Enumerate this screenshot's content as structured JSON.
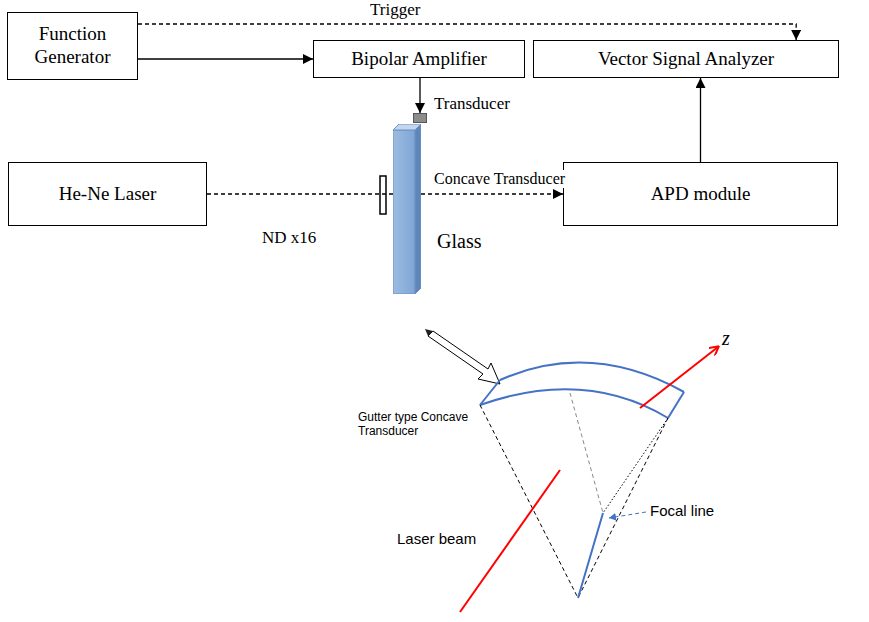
{
  "diagram": {
    "nodes": [
      {
        "text": [
          "Function Generator"
        ]
      },
      {
        "text": [
          "Bipolar Amplifier"
        ]
      },
      {
        "text": [
          "Vector Signal Analyzer"
        ]
      },
      {
        "text": [
          "He-Ne Laser"
        ]
      },
      {
        "text": [
          "Glass"
        ]
      },
      {
        "text": [
          "APD module"
        ]
      },
      {
        "text": [
          "Transducer"
        ]
      }
    ],
    "edges": [
      {
        "from": 0,
        "to": 1,
        "arrow": "to"
      },
      {
        "from": 0,
        "to": 2,
        "arrow": "to",
        "label": "Trigger"
      },
      {
        "from": 1,
        "to": 6,
        "arrow": "to"
      },
      {
        "from": 3,
        "to": 4,
        "arrow": "none"
      },
      {
        "from": 4,
        "to": 5,
        "arrow": "to",
        "label": "Concave Transducer"
      },
      {
        "from": 5,
        "to": 2,
        "arrow": "to"
      }
    ],
    "labels": [
      "ND x16",
      "z",
      "Gutter type Concave Transducer",
      "Laser beam",
      "Focal line"
    ]
  }
}
